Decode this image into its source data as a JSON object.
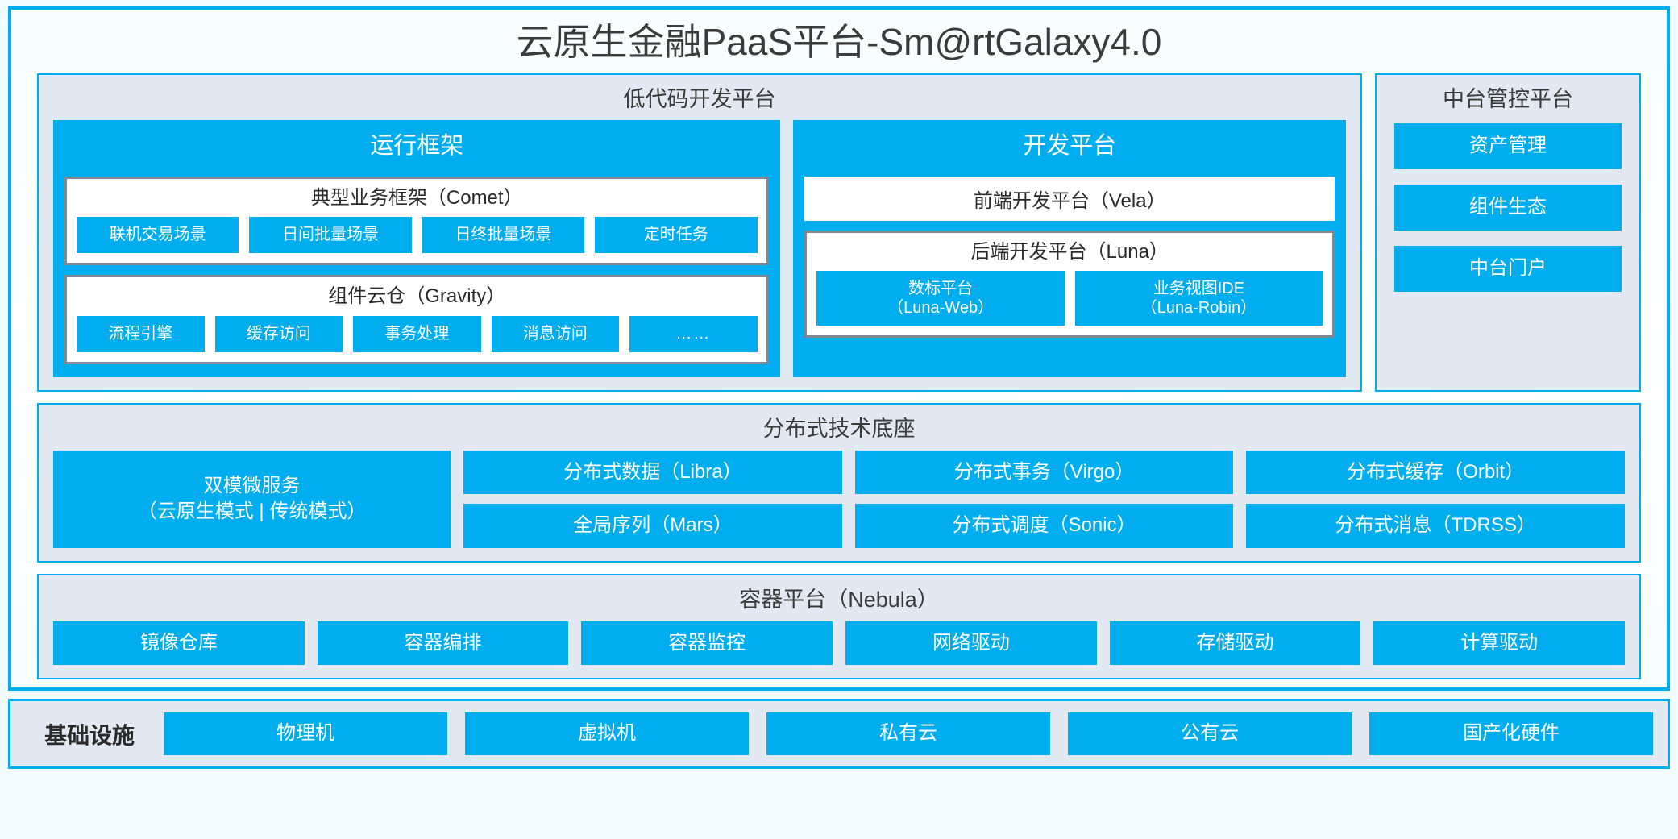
{
  "title": "云原生金融PaaS平台-Sm@rtGalaxy4.0",
  "colors": {
    "accent": "#00AEEF",
    "panel_bg": "#E2E9F2",
    "frame_bg": "#F7FDFE",
    "inner_border": "#808792",
    "text": "#333333"
  },
  "lowcode": {
    "title": "低代码开发平台",
    "runtime": {
      "title": "运行框架",
      "comet": {
        "title": "典型业务框架（Comet）",
        "items": [
          "联机交易场景",
          "日间批量场景",
          "日终批量场景",
          "定时任务"
        ]
      },
      "gravity": {
        "title": "组件云仓（Gravity）",
        "items": [
          "流程引擎",
          "缓存访问",
          "事务处理",
          "消息访问",
          "……"
        ]
      }
    },
    "devplatform": {
      "title": "开发平台",
      "frontend": "前端开发平台（Vela）",
      "backend": {
        "title": "后端开发平台（Luna）",
        "items": [
          {
            "line1": "数标平台",
            "line2": "（Luna-Web）"
          },
          {
            "line1": "业务视图IDE",
            "line2": "（Luna-Robin）"
          }
        ]
      }
    }
  },
  "control_platform": {
    "title": "中台管控平台",
    "items": [
      "资产管理",
      "组件生态",
      "中台门户"
    ]
  },
  "distributed": {
    "title": "分布式技术底座",
    "microservice": {
      "line1": "双模微服务",
      "line2": "（云原生模式 | 传统模式）"
    },
    "columns": [
      [
        "分布式数据（Libra）",
        "全局序列（Mars）"
      ],
      [
        "分布式事务（Virgo）",
        "分布式调度（Sonic）"
      ],
      [
        "分布式缓存（Orbit）",
        "分布式消息（TDRSS）"
      ]
    ]
  },
  "container": {
    "title": "容器平台（Nebula）",
    "items": [
      "镜像仓库",
      "容器编排",
      "容器监控",
      "网络驱动",
      "存储驱动",
      "计算驱动"
    ]
  },
  "infrastructure": {
    "label": "基础设施",
    "items": [
      "物理机",
      "虚拟机",
      "私有云",
      "公有云",
      "国产化硬件"
    ]
  }
}
